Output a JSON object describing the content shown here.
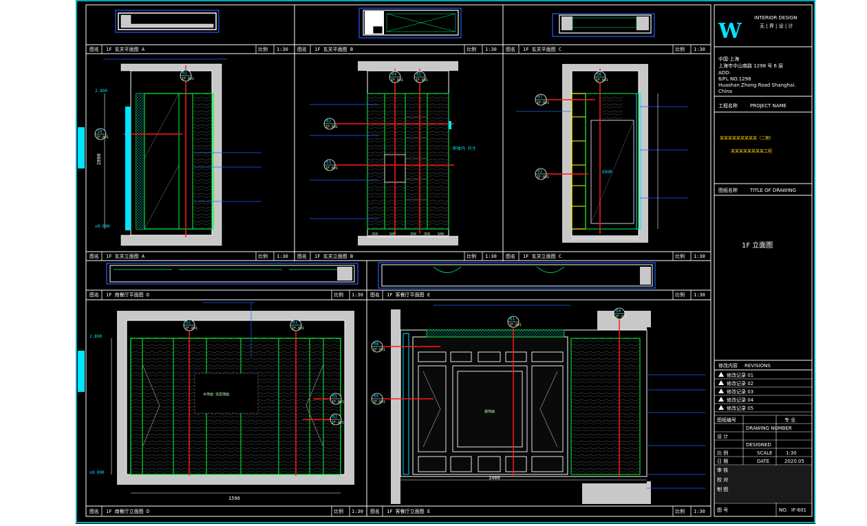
{
  "brand": {
    "logo": "W",
    "tagline": "INTERIOR DESIGN",
    "tagline_cn": "无 | 界 | 设 | 计"
  },
  "project": {
    "client_cn": "中国·上海",
    "addr_cn": "上海市中山南路 1298 号 6 层",
    "addr_en_1": "ADD:",
    "addr_en_2": "6/FL NO.1298",
    "addr_en_3": "Huashan Zhong Road Shanghai.",
    "addr_en_4": "China",
    "label_project": "工程名称",
    "label_project_en": "PROJECT NAME",
    "name_line1": "某某某某某某某某某（二期）",
    "name_line2": "某某某某某某某某工程",
    "label_drawing": "图纸名称",
    "label_drawing_en": "TITLE OF DRAWING",
    "drawing_title": "1F 立面图"
  },
  "revisions": {
    "header": "修改内容",
    "header_en": "REVISIONS",
    "items": [
      "修改记录 01",
      "修改记录 02",
      "修改记录 03",
      "修改记录 04",
      "修改记录 05"
    ]
  },
  "titleblock": {
    "r1a": "图纸编号",
    "r1b": "专 业",
    "r2a": "DRAWING NUMBER",
    "r3a": "设 计",
    "r4a": "DESIGNED",
    "r5a": "比 例",
    "r5b": "SCALE",
    "r5c": "1:30",
    "r6a": "日 期",
    "r6b": "DATE",
    "r6c": "2020.05",
    "r7a": "审 核",
    "r8a": "校 对",
    "r9a": "制 图",
    "r10a": "图 号",
    "r10b": "NO.",
    "r10c": "IF-601"
  },
  "panels": {
    "plan_a": {
      "label": "图名",
      "title": "1F 玄关平面图 A",
      "scale_label": "比例",
      "scale": "1:30"
    },
    "plan_b": {
      "label": "图名",
      "title": "1F 玄关平面图 B",
      "scale_label": "比例",
      "scale": "1:30"
    },
    "plan_c": {
      "label": "图名",
      "title": "1F 玄关平面图 C",
      "scale_label": "比例",
      "scale": "1:30"
    },
    "elev_a": {
      "label": "图名",
      "title": "1F 玄关立面图 A",
      "scale_label": "比例",
      "scale": "1:30"
    },
    "elev_b": {
      "label": "图名",
      "title": "1F 玄关立面图 B",
      "scale_label": "比例",
      "scale": "1:30"
    },
    "elev_c": {
      "label": "图名",
      "title": "1F 玄关立面图 C",
      "scale_label": "比例",
      "scale": "1:30"
    },
    "plan_d": {
      "label": "图名",
      "title": "1F 南餐厅平面图 D",
      "scale_label": "比例",
      "scale": "1:30"
    },
    "plan_e": {
      "label": "图名",
      "title": "1F 客餐厅平面图 E",
      "scale_label": "比例",
      "scale": "1:30"
    },
    "elev_d": {
      "label": "图名",
      "title": "1F 南餐厅立面图 D",
      "scale_label": "比例",
      "scale": "1:30"
    },
    "elev_e": {
      "label": "图名",
      "title": "1F 客餐厅立面图 E",
      "scale_label": "比例",
      "scale": "1:30"
    }
  },
  "markers": {
    "a1": {
      "num": "02",
      "sub": "IF-801"
    },
    "a2": {
      "num": "10",
      "sub": "IF-801"
    },
    "b1": {
      "num": "04",
      "sub": "IF-801"
    },
    "b2": {
      "num": "05",
      "sub": "IF-801"
    },
    "b3": {
      "num": "02",
      "sub": "IF-801"
    },
    "b4": {
      "num": "03",
      "sub": "IF-801"
    },
    "c1": {
      "num": "06",
      "sub": "IF-801"
    },
    "c2": {
      "num": "07",
      "sub": "IF-801"
    },
    "c3": {
      "num": "02",
      "sub": "IF-801"
    },
    "d1": {
      "num": "01",
      "sub": "IF-801"
    },
    "d2": {
      "num": "03",
      "sub": "IF-801"
    },
    "d3": {
      "num": "05",
      "sub": "IF-801"
    },
    "d4": {
      "num": "02",
      "sub": "IF-801"
    },
    "e1": {
      "num": "01",
      "sub": "IF-801"
    },
    "e2": {
      "num": "04",
      "sub": "IF-801"
    },
    "e3": {
      "num": "08",
      "sub": "IF-801"
    },
    "e4": {
      "num": "09",
      "sub": "IF-801"
    }
  },
  "dims": {
    "a_height": "2890",
    "b_bottom": [
      "350",
      "500",
      "350",
      "350",
      "500"
    ],
    "d_total": "1590",
    "e_total": "1400",
    "level_top": "2.890",
    "level_zero": "±0.000"
  },
  "notes": {
    "b_cabinet": "柜体内 尺寸",
    "c_door": "DOOR",
    "d_center": "木饰面 造型墙面",
    "e_center": "装饰画"
  },
  "colors": {
    "background": "#000000",
    "frame": "#00e5ff",
    "wall": "#c8c8c8",
    "finish": "#00ff40",
    "section_line": "#ff1a1a",
    "cabinet": "#ffff00",
    "annotation": "#2060ff"
  }
}
